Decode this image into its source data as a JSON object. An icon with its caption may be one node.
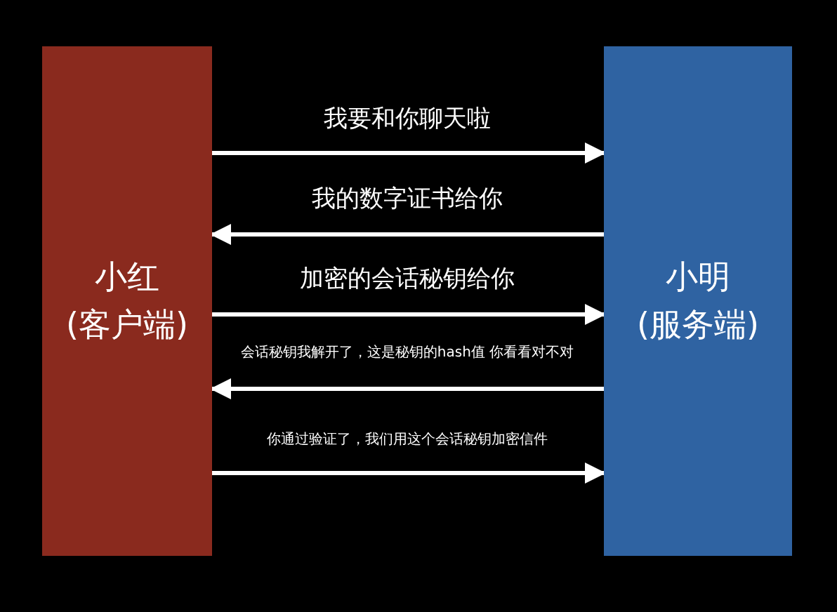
{
  "diagram": {
    "nodes": [
      {
        "text": [
          "小红",
          "(客户端)"
        ]
      },
      {
        "text": [
          "小明",
          "(服务端)"
        ]
      }
    ],
    "edges": [
      {
        "from": 0,
        "to": 1,
        "arrow": "to",
        "label": "我要和你聊天啦"
      },
      {
        "from": 1,
        "to": 0,
        "arrow": "to",
        "label": "我的数字证书给你"
      },
      {
        "from": 0,
        "to": 1,
        "arrow": "to",
        "label": "加密的会话秘钥给你"
      },
      {
        "from": 1,
        "to": 0,
        "arrow": "to",
        "label": "会话秘钥我解开了，这是秘钥的hash值 你看看对不对"
      },
      {
        "from": 0,
        "to": 1,
        "arrow": "to",
        "label": "你通过验证了，我们用这个会话秘钥加密信件"
      }
    ]
  }
}
